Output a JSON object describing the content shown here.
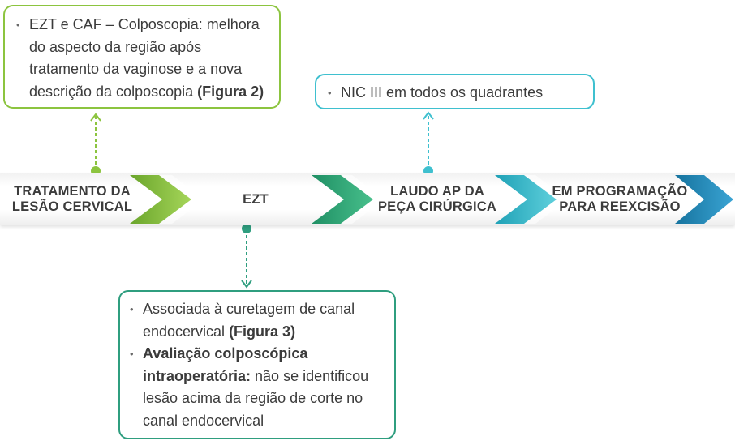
{
  "flow": {
    "steps": [
      {
        "line1": "TRATAMENTO DA",
        "line2": "LESÃO CERVICAL"
      },
      {
        "line1": "EZT",
        "line2": ""
      },
      {
        "line1": "LAUDO AP DA",
        "line2": "PEÇA CIRÚRGICA"
      },
      {
        "line1": "EM PROGRAMAÇÃO",
        "line2": "PARA REEXCISÃO"
      }
    ],
    "colors": {
      "chevron1": "#7db83a",
      "chevron2": "#2fa67a",
      "chevron3": "#34b5c8",
      "chevron4": "#1f8fbd",
      "box1_border": "#8cc43f",
      "box2_border": "#3fc0cf",
      "box3_border": "#2f9e7f"
    }
  },
  "callouts": {
    "box1": {
      "text": "EZT e CAF – Colposcopia: melhora do aspecto da região após tratamento da vaginose e a nova descrição da colposcopia ",
      "bold": "(Figura 2)"
    },
    "box2": {
      "text": "NIC III em todos os quadrantes"
    },
    "box3": {
      "item1_text": "Associada à curetagem de canal endocervical ",
      "item1_bold": "(Figura 3)",
      "item2_bold": "Avaliação colposcópica intraoperatória:",
      "item2_text": " não se identificou lesão acima da região de corte no canal endocervical"
    }
  }
}
